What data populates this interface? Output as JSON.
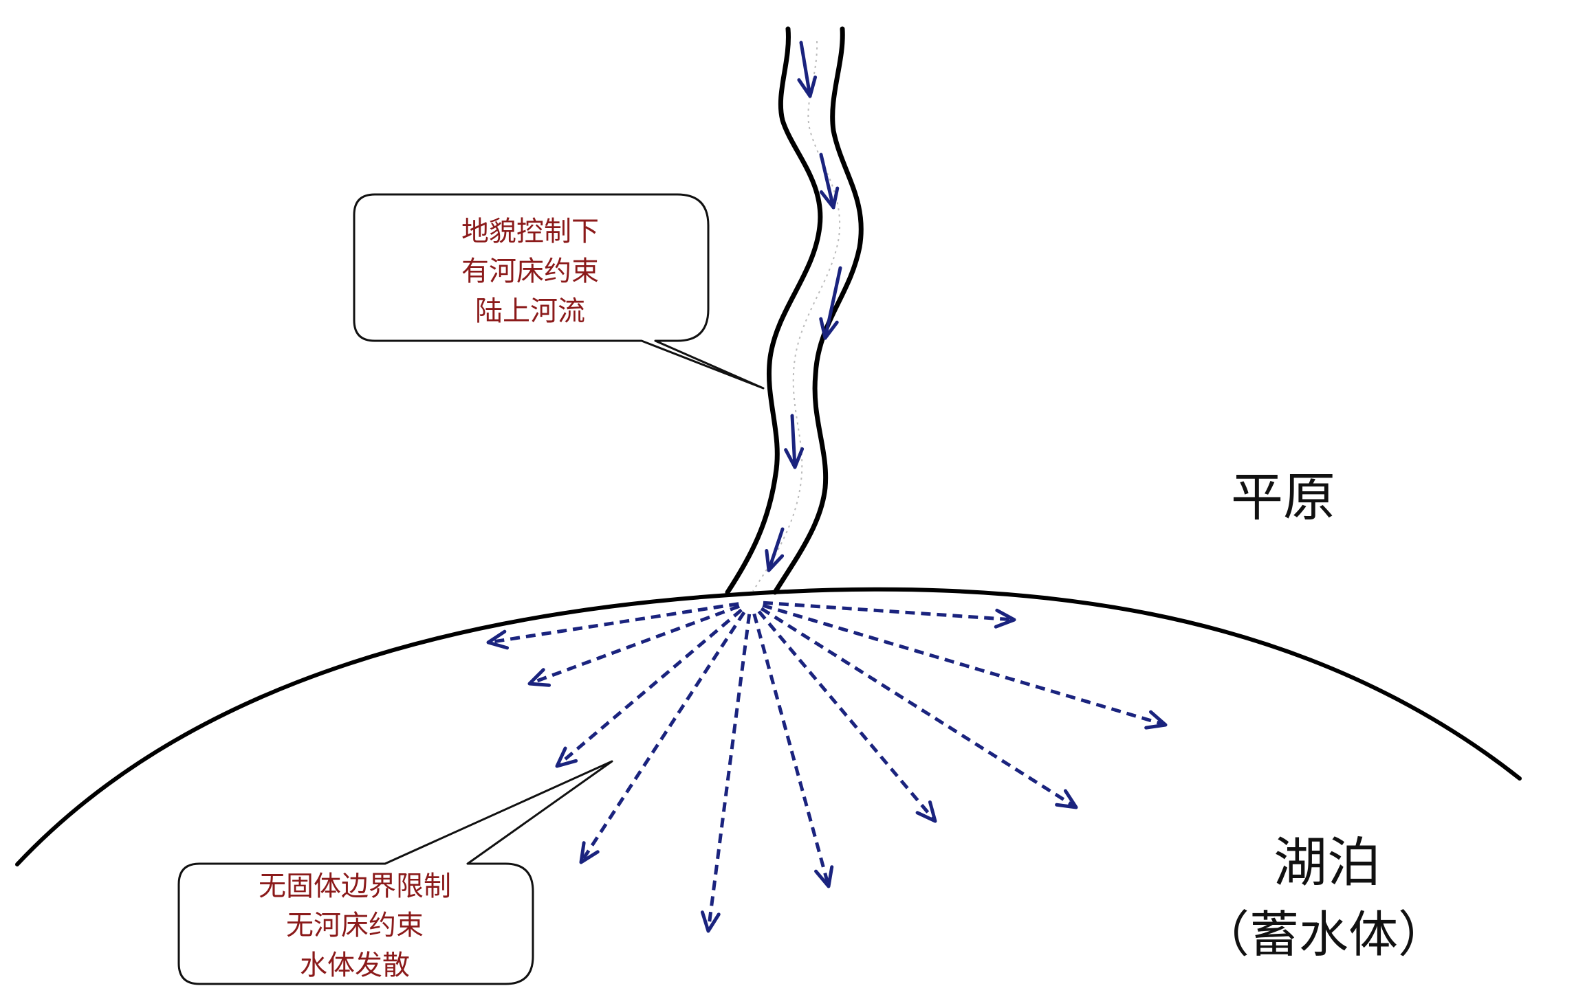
{
  "callouts": {
    "river": {
      "lines": [
        "地貌控制下",
        "有河床约束",
        "陆上河流"
      ]
    },
    "lake": {
      "lines": [
        "无固体边界限制",
        "无河床约束",
        "水体发散"
      ]
    }
  },
  "regions": {
    "plain": "平原",
    "lake": "湖泊",
    "lake_note": "（蓄水体）"
  },
  "colors": {
    "callout_text": "#8b1a1a",
    "arrow": "#1a237e",
    "outline": "#000000"
  }
}
